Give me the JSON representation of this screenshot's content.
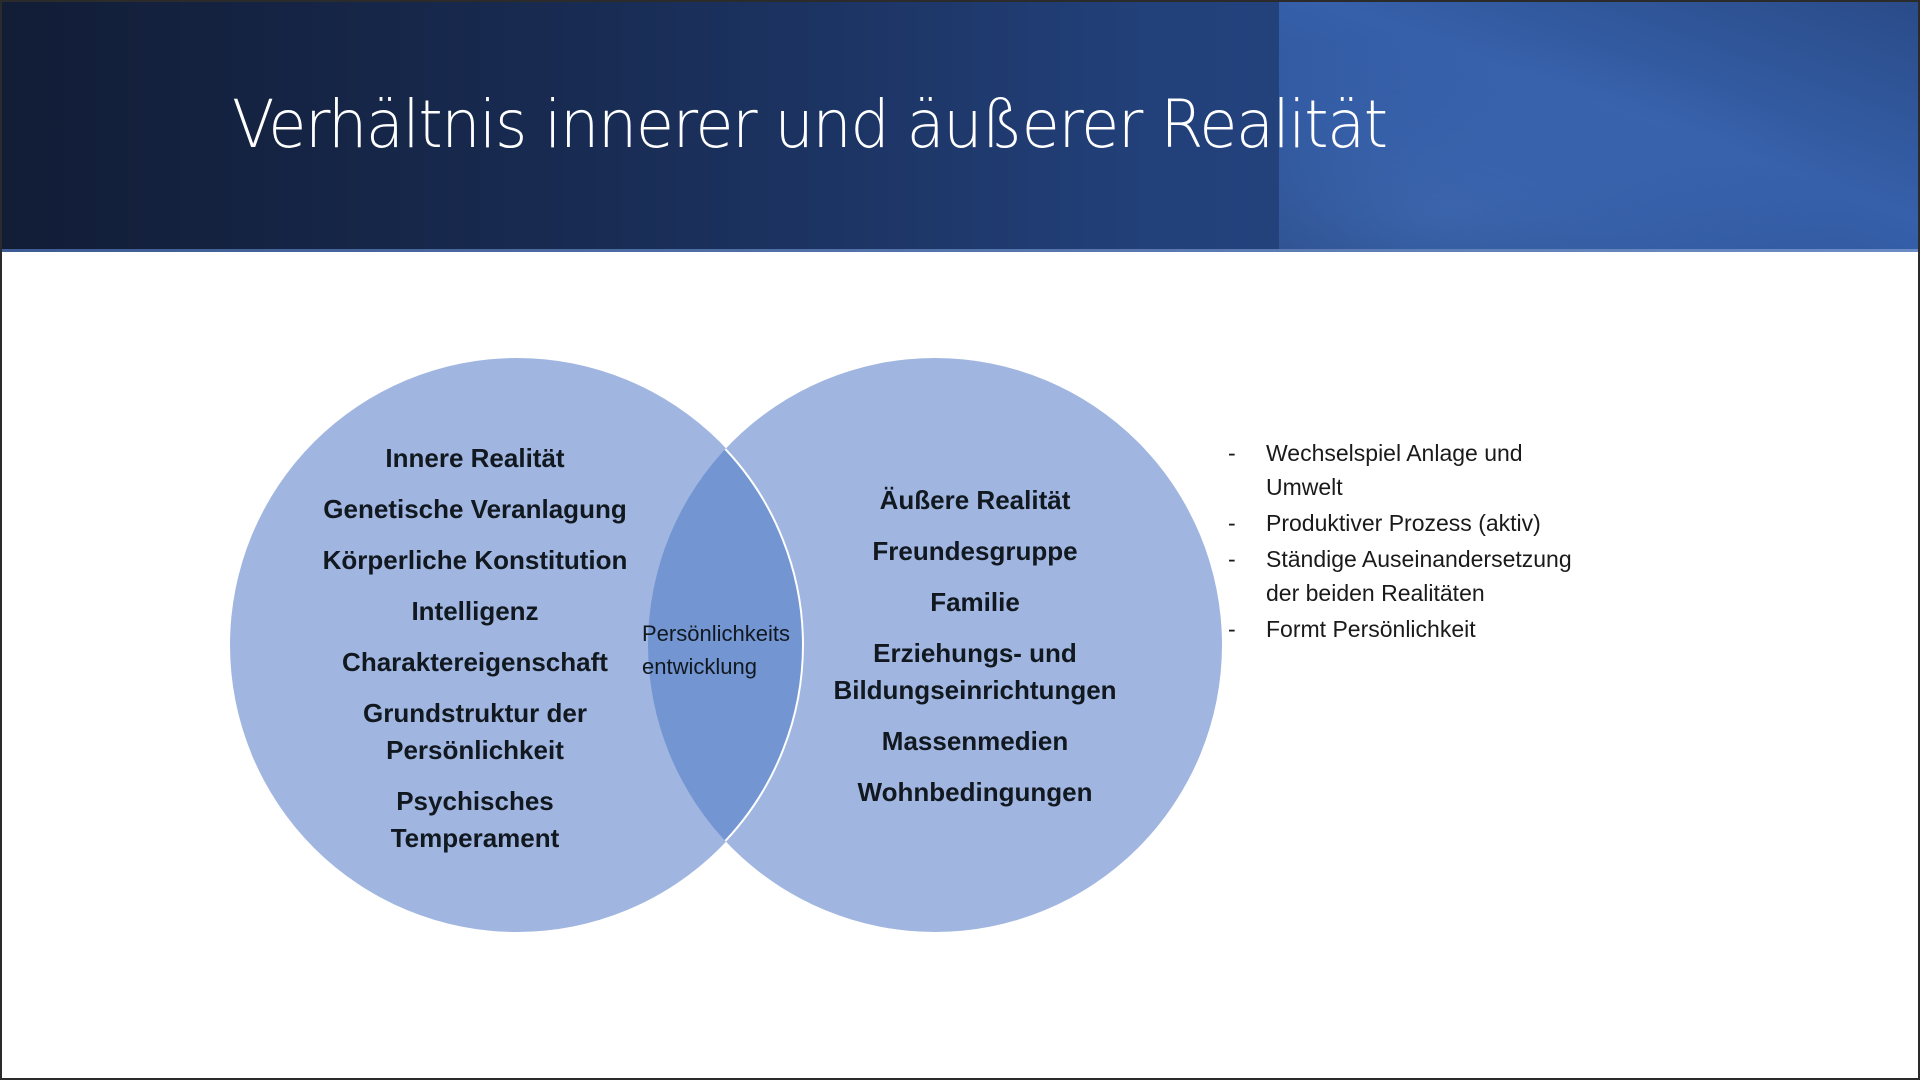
{
  "slide": {
    "title": "Verhältnis innerer und äußerer Realität",
    "colors": {
      "header_dark": "#121d36",
      "header_mid": "#22407a",
      "header_panel": "#3660aa",
      "circle_fill": "#a0b6e0",
      "intersection_fill": "#7396d2",
      "text": "#111820"
    }
  },
  "venn": {
    "left_circle": {
      "label": "Innere Realität",
      "items": [
        "Innere Realität",
        "Genetische Veranlagung",
        "Körperliche Konstitution",
        "Intelligenz",
        "Charaktereigenschaft",
        "Grundstruktur der Persönlichkeit",
        "Psychisches Temperament"
      ]
    },
    "right_circle": {
      "label": "Äußere Realität",
      "items": [
        "Äußere Realität",
        "Freundesgruppe",
        "Familie",
        "Erziehungs- und Bildungseinrichtungen",
        "Massenmedien",
        "Wohnbedingungen"
      ]
    },
    "intersection": {
      "line1": "Persönlichkeits",
      "line2": "entwicklung"
    }
  },
  "bullets": {
    "marker": "-",
    "items": [
      "Wechselspiel Anlage und Umwelt",
      "Produktiver Prozess (aktiv)",
      "Ständige Auseinandersetzung der beiden Realitäten",
      "Formt Persönlichkeit"
    ]
  }
}
